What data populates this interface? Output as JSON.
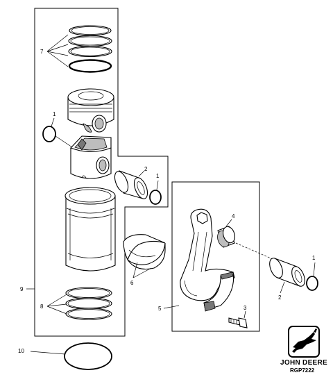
{
  "callouts": {
    "piston_rings": "7",
    "snap_ring_left": "1",
    "piston_pin_left": "2",
    "snap_ring_mid": "1",
    "liner_assembly": "9",
    "liner_orings": "8",
    "packing_ring": "10",
    "bearing_shells": "6",
    "connecting_rod": "5",
    "pin_bushing": "4",
    "rod_bolt": "3",
    "piston_pin_right": "2",
    "snap_ring_right": "1"
  },
  "logo": {
    "brand": "JOHN DEERE",
    "icon": "leaping-deer-icon"
  },
  "figure_code": "RGP7222"
}
